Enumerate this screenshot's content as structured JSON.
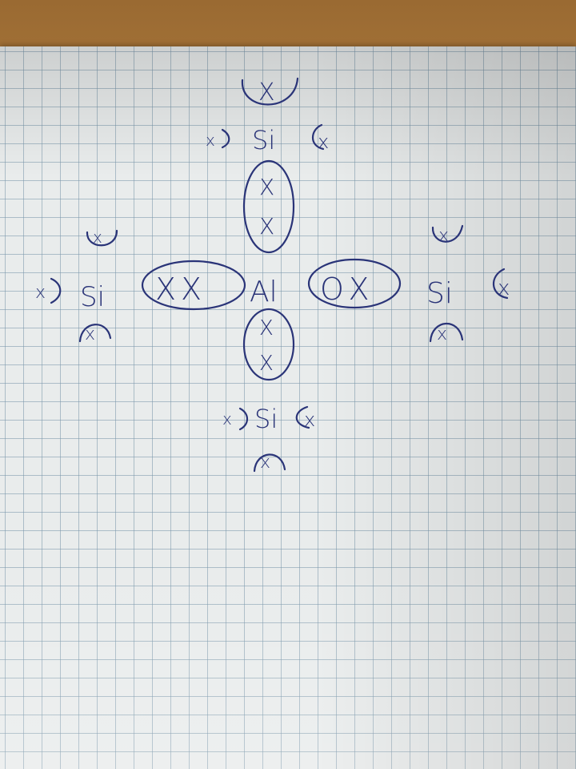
{
  "drawing": {
    "central_atom": "Al",
    "neighbor_atom": "Si",
    "electron_mark": "x",
    "other_electron_mark": "O",
    "pair_left": "XX",
    "pair_right": "OX",
    "pair_vertical": "X",
    "ink_color": "#2a3478",
    "paper_color": "#e9ecec"
  }
}
